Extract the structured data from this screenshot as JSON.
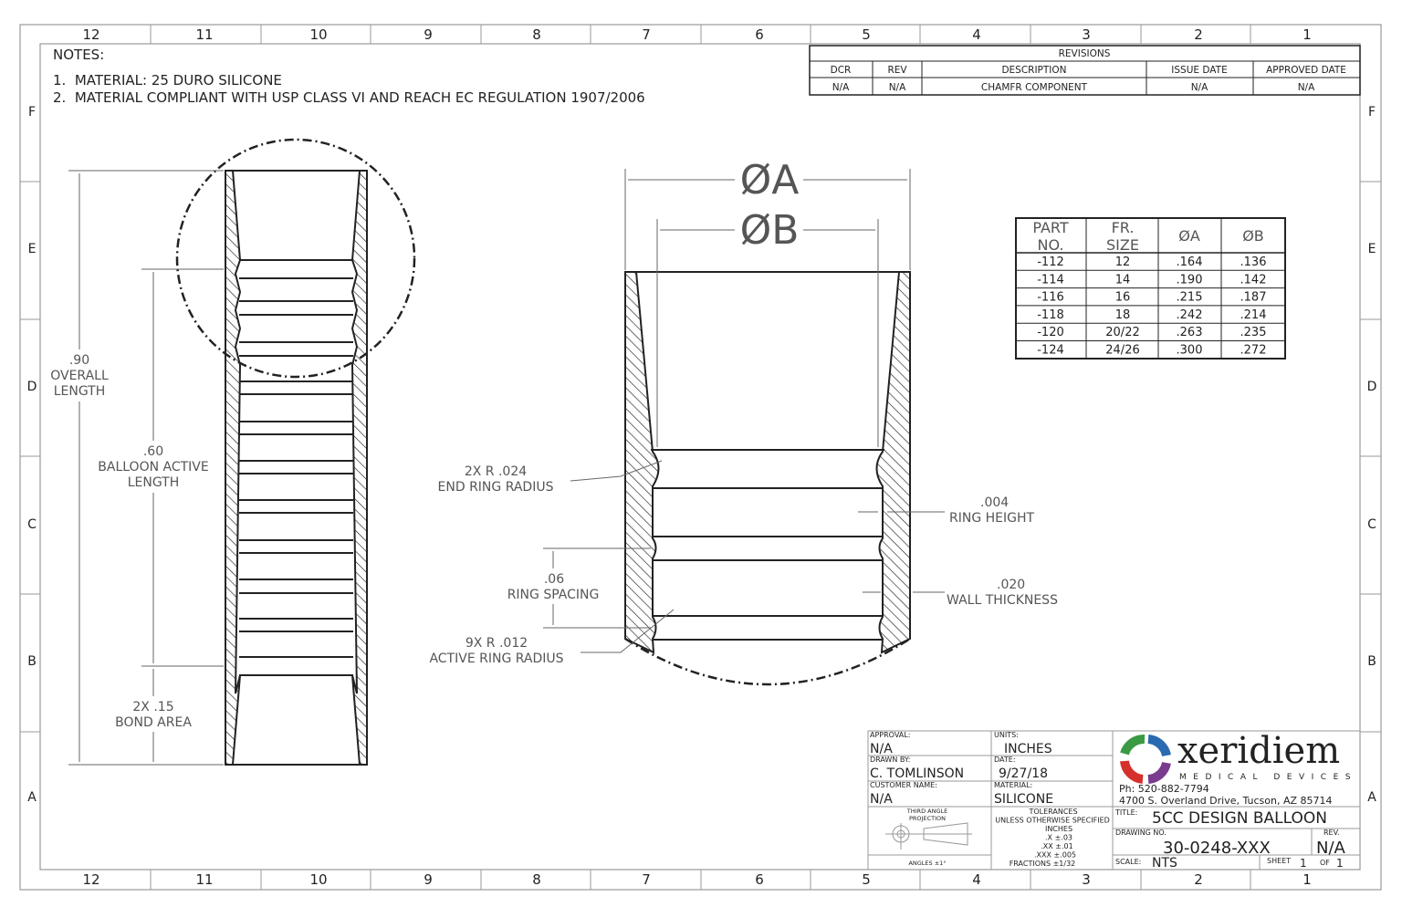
{
  "zones": {
    "columns": [
      "12",
      "11",
      "10",
      "9",
      "8",
      "7",
      "6",
      "5",
      "4",
      "3",
      "2",
      "1"
    ],
    "rows": [
      "F",
      "E",
      "D",
      "C",
      "B",
      "A"
    ]
  },
  "notes": {
    "heading": "NOTES:",
    "items": [
      "1.  MATERIAL: 25 DURO SILICONE",
      "2.  MATERIAL COMPLIANT WITH USP CLASS VI AND REACH EC REGULATION 1907/2006"
    ]
  },
  "revisions": {
    "title": "REVISIONS",
    "headers": [
      "DCR",
      "REV",
      "DESCRIPTION",
      "ISSUE DATE",
      "APPROVED DATE"
    ],
    "row": [
      "N/A",
      "N/A",
      "CHAMFR COMPONENT",
      "N/A",
      "N/A"
    ]
  },
  "part_table": {
    "headers": [
      [
        "PART",
        "NO."
      ],
      [
        "FR.",
        "SIZE"
      ],
      [
        "ØA"
      ],
      [
        "ØB"
      ]
    ],
    "rows": [
      [
        "-112",
        "12",
        ".164",
        ".136"
      ],
      [
        "-114",
        "14",
        ".190",
        ".142"
      ],
      [
        "-116",
        "16",
        ".215",
        ".187"
      ],
      [
        "-118",
        "18",
        ".242",
        ".214"
      ],
      [
        "-120",
        "20/22",
        ".263",
        ".235"
      ],
      [
        "-124",
        "24/26",
        ".300",
        ".272"
      ]
    ]
  },
  "dimensions": {
    "overall": [
      ".90",
      "OVERALL",
      "LENGTH"
    ],
    "active": [
      ".60",
      "BALLOON ACTIVE",
      "LENGTH"
    ],
    "bond": [
      "2X .15",
      "BOND AREA"
    ],
    "dia_a": "ØA",
    "dia_b": "ØB",
    "end_ring": [
      "2X R .024",
      "END RING RADIUS"
    ],
    "ring_spacing": [
      ".06",
      "RING SPACING"
    ],
    "active_ring": [
      "9X R .012",
      "ACTIVE RING RADIUS"
    ],
    "ring_height": [
      ".004",
      "RING HEIGHT"
    ],
    "wall": [
      ".020",
      "WALL THICKNESS"
    ]
  },
  "title_block": {
    "approval_label": "APPROVAL:",
    "approval": "N/A",
    "units_label": "UNITS:",
    "units": "INCHES",
    "drawn_label": "DRAWN BY:",
    "drawn": "C. TOMLINSON",
    "date_label": "DATE:",
    "date": "9/27/18",
    "customer_label": "CUSTOMER NAME:",
    "customer": "N/A",
    "material_label": "MATERIAL:",
    "material": "SILICONE",
    "projection": [
      "THIRD ANGLE",
      "PROJECTION"
    ],
    "angles": "ANGLES ±1°",
    "tolerances": [
      "TOLERANCES",
      "UNLESS OTHERWISE SPECIFIED",
      "INCHES",
      ".X  ±.03",
      ".XX  ±.01",
      ".XXX  ±.005",
      "FRACTIONS  ±1/32"
    ],
    "company": "xeridiem",
    "company_sub": "MEDICAL DEVICES",
    "phone": "Ph: 520-882-7794",
    "address": "4700 S. Overland Drive, Tucson, AZ 85714",
    "title_label": "TITLE:",
    "title": "5CC DESIGN BALLOON",
    "drawing_no_label": "DRAWING NO.",
    "drawing_no": "30-0248-XXX",
    "rev_label": "REV.",
    "rev": "N/A",
    "scale_label": "SCALE:",
    "scale": "NTS",
    "sheet_label": "SHEET",
    "sheet": "1",
    "of_label": "OF",
    "of": "1",
    "logo_colors": [
      "#3a9a44",
      "#2a6ab0",
      "#d6302c",
      "#7a3a8e"
    ]
  }
}
